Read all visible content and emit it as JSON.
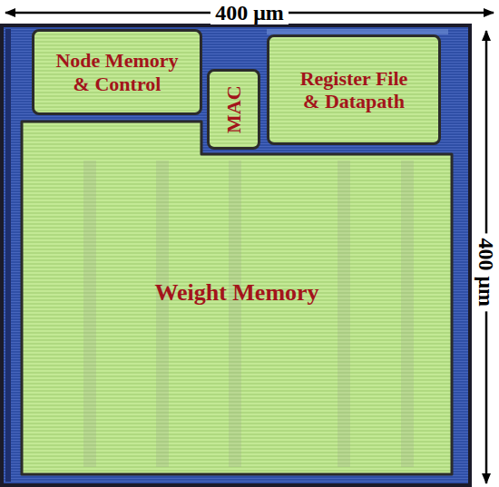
{
  "diagram": {
    "nodes": [
      {
        "text": [
          "Node Memory & Control"
        ]
      },
      {
        "text": [
          "MAC"
        ]
      },
      {
        "text": [
          "Register File & Datapath"
        ]
      },
      {
        "text": [
          "Weight Memory"
        ]
      }
    ],
    "labels": [
      "400 μm",
      "400 μm"
    ]
  }
}
